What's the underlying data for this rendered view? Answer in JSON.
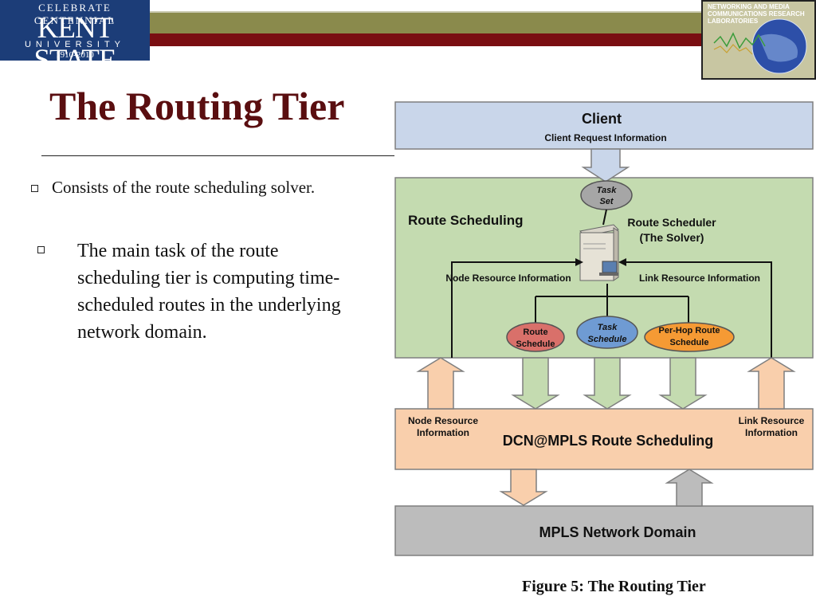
{
  "header": {
    "logo": {
      "arc_text": "CELEBRATE CENTENNIAL",
      "main": "KENT STATE",
      "sub": "UNIVERSITY",
      "years": "1910-2010"
    },
    "lab_logo": {
      "text": "NETWORKING AND MEDIA COMMUNICATIONS RESEARCH LABORATORIES"
    }
  },
  "slide": {
    "title": "The Routing Tier",
    "bullets": [
      {
        "text": "Consists of the route scheduling solver."
      },
      {
        "text": "The main task of the route scheduling tier is computing time-scheduled routes in the underlying network domain."
      }
    ],
    "caption": "Figure 5: The Routing Tier"
  },
  "diagram": {
    "client_title": "Client",
    "client_sub": "Client Request Information",
    "task_set_line1": "Task",
    "task_set_line2": "Set",
    "route_scheduling_label": "Route Scheduling",
    "route_scheduler_line1": "Route Scheduler",
    "route_scheduler_line2": "(The Solver)",
    "node_resource_info": "Node Resource Information",
    "link_resource_info": "Link Resource Information",
    "route_schedule_line1": "Route",
    "route_schedule_line2": "Schedule",
    "task_schedule_line1": "Task",
    "task_schedule_line2": "Schedule",
    "perhop_line1": "Per-Hop Route",
    "perhop_line2": "Schedule",
    "dcn_node_line1": "Node Resource",
    "dcn_node_line2": "Information",
    "dcn_link_line1": "Link Resource",
    "dcn_link_line2": "Information",
    "dcn_title": "DCN@MPLS Route Scheduling",
    "mpls_title": "MPLS Network Domain",
    "colors": {
      "client_fill": "#c9d6ea",
      "route_fill": "#c4dbb0",
      "dcn_fill": "#f9cfac",
      "mpls_fill": "#bcbcbc",
      "task_set_fill": "#a6a6a6",
      "route_schedule_fill": "#d9706a",
      "task_schedule_fill": "#6f9bd3",
      "perhop_fill": "#f59a34"
    }
  }
}
